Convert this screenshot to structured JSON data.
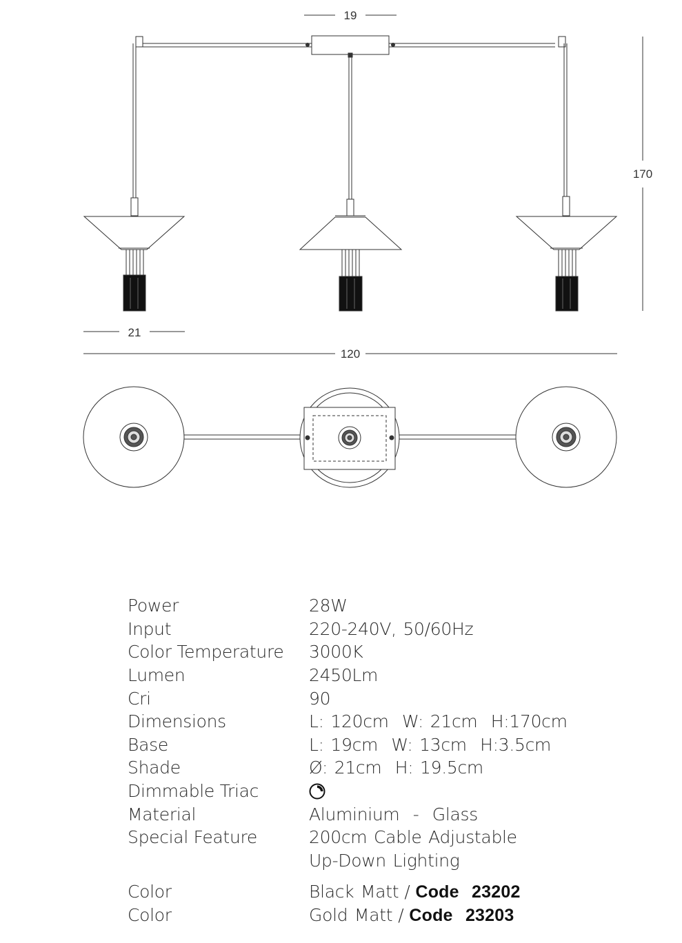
{
  "drawing": {
    "dim_base_width": "19",
    "dim_height": "170",
    "dim_shade_width": "21",
    "dim_total_length": "120"
  },
  "specs": [
    {
      "label": "Power",
      "value": "28W"
    },
    {
      "label": "Input",
      "value": "220-240V, 50/60Hz"
    },
    {
      "label": "Color Temperature",
      "value": "3000K"
    },
    {
      "label": "Lumen",
      "value": "2450Lm"
    },
    {
      "label": "Cri",
      "value": "90"
    },
    {
      "label": "Dimensions",
      "value": "L: 120cm  W: 21cm  H:170cm"
    },
    {
      "label": "Base",
      "value": "L: 19cm  W: 13cm  H:3.5cm"
    },
    {
      "label": "Shade",
      "value": "Ø: 21cm  H: 19.5cm"
    },
    {
      "label": "Dimmable Triac",
      "icon": "dimmable-icon"
    },
    {
      "label": "Material",
      "value": "Aluminium  -  Glass"
    },
    {
      "label": "Special Feature",
      "value": "200cm Cable Adjustable"
    },
    {
      "label": "",
      "value": "Up-Down Lighting"
    }
  ],
  "colors": [
    {
      "label": "Color",
      "finish": "Black Matt",
      "separator": "/",
      "code": "Code  23202"
    },
    {
      "label": "Color",
      "finish": "Gold Matt",
      "separator": "/",
      "code": "Code  23203"
    }
  ]
}
